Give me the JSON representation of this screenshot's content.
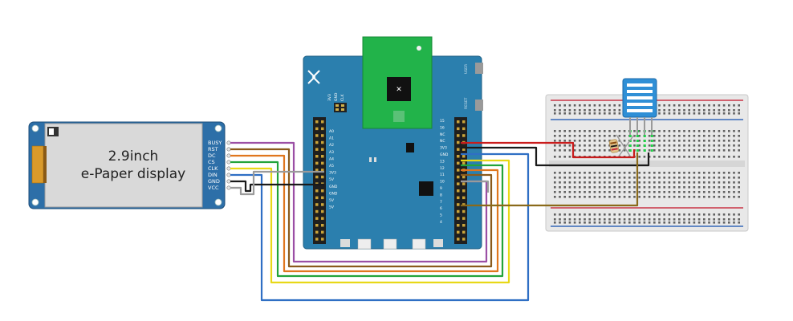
{
  "epaper": {
    "line1": "2.9inch",
    "line2": "e-Paper display",
    "pins": [
      "BUSY",
      "RST",
      "DC",
      "CS",
      "CLK",
      "DIN",
      "GND",
      "VCC"
    ]
  },
  "board": {
    "left_header_labels": [
      "A0",
      "A1",
      "A2",
      "A3",
      "A4",
      "A5",
      "3V3",
      "5V",
      "GND",
      "GND",
      "5V",
      "5V"
    ],
    "right_header_labels": [
      "15",
      "16",
      "NC",
      "NC",
      "3V3",
      "GND",
      "13",
      "12",
      "11",
      "10",
      "9",
      "8",
      "7",
      "6",
      "5",
      "4"
    ],
    "mid_labels": [
      "3V3",
      "GND",
      "CLK"
    ],
    "button_labels": [
      "USER",
      "RESET"
    ]
  },
  "wire_colors": {
    "busy": "#9b4fa5",
    "rst": "#8a5a1c",
    "dc": "#e0761e",
    "cs": "#22a33a",
    "clk": "#e8d817",
    "din": "#2f6fc4",
    "gnd": "#1a1a1a",
    "vcc": "#c91c1c",
    "gray": "#9a9a9a",
    "data": "#8a6a1a"
  }
}
